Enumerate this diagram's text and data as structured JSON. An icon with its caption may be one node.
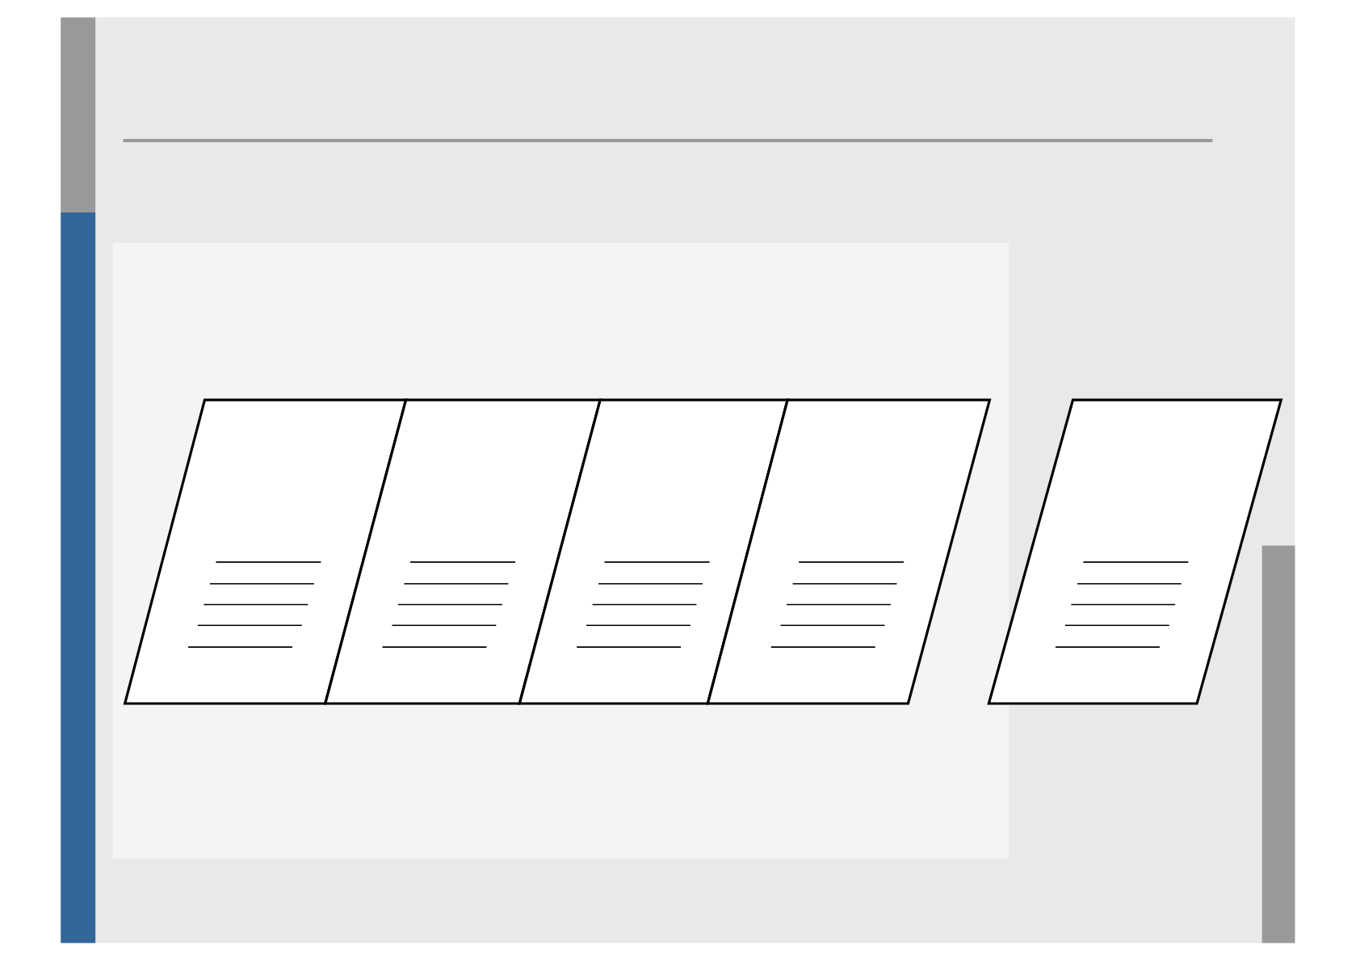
{
  "diagram": {
    "nodes": [
      {
        "text": [],
        "shape": "bar"
      },
      {
        "text": [],
        "shape": "bar"
      },
      {
        "text": [],
        "shape": "parallelogram"
      },
      {
        "text": [],
        "shape": "parallelogram"
      },
      {
        "text": [],
        "shape": "parallelogram"
      },
      {
        "text": [],
        "shape": "parallelogram"
      },
      {
        "text": [],
        "shape": "parallelogram"
      },
      {
        "text": [],
        "shape": "bar"
      }
    ]
  }
}
